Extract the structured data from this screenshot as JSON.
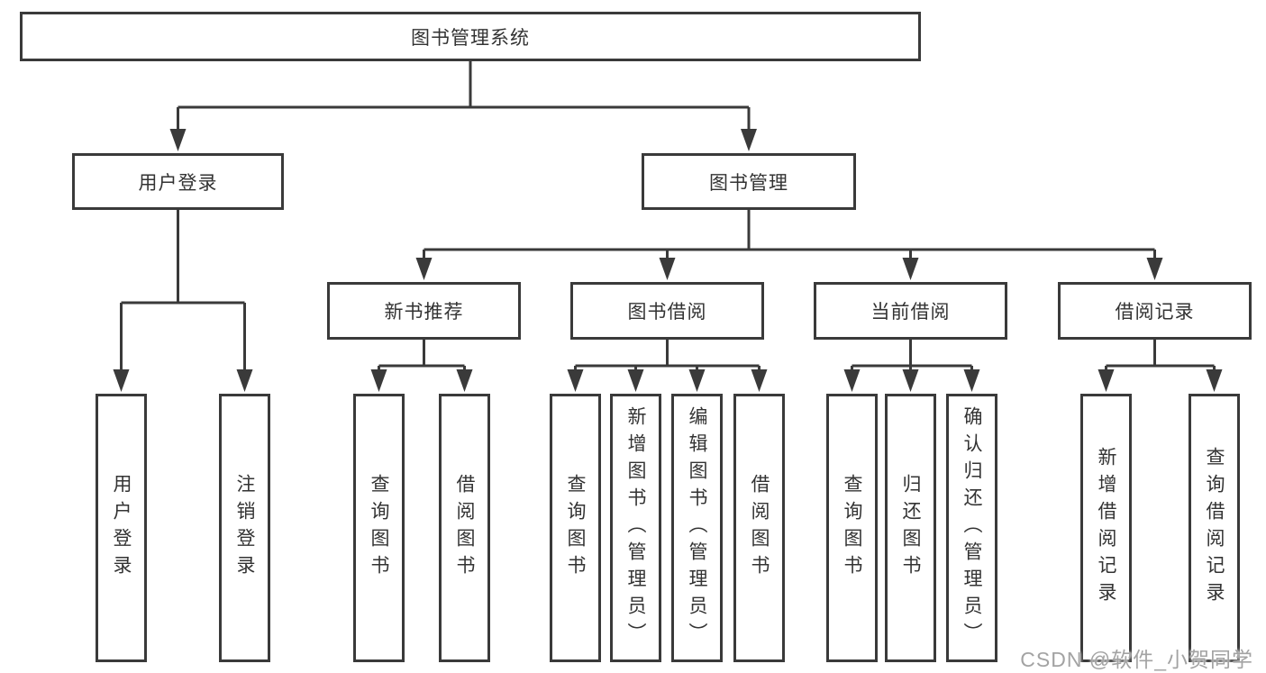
{
  "diagram": {
    "root": {
      "label": "图书管理系统"
    },
    "level2": [
      {
        "label": "用户登录"
      },
      {
        "label": "图书管理"
      }
    ],
    "level3": [
      {
        "label": "新书推荐"
      },
      {
        "label": "图书借阅"
      },
      {
        "label": "当前借阅"
      },
      {
        "label": "借阅记录"
      }
    ],
    "leaves": [
      {
        "label": "用户登录"
      },
      {
        "label": "注销登录"
      },
      {
        "label": "查询图书"
      },
      {
        "label": "借阅图书"
      },
      {
        "label": "查询图书"
      },
      {
        "label": "新增图书（管理员）"
      },
      {
        "label": "编辑图书（管理员）"
      },
      {
        "label": "借阅图书"
      },
      {
        "label": "查询图书"
      },
      {
        "label": "归还图书"
      },
      {
        "label": "确认归还（管理员）"
      },
      {
        "label": "新增借阅记录"
      },
      {
        "label": "查询借阅记录"
      }
    ],
    "colors": {
      "line": "#3a3a3a",
      "border": "#3a3a3a",
      "text": "#333333",
      "watermark": "#a3a3a3",
      "background": "#ffffff"
    }
  },
  "watermark": {
    "text": "CSDN @软件_小贺同学"
  }
}
